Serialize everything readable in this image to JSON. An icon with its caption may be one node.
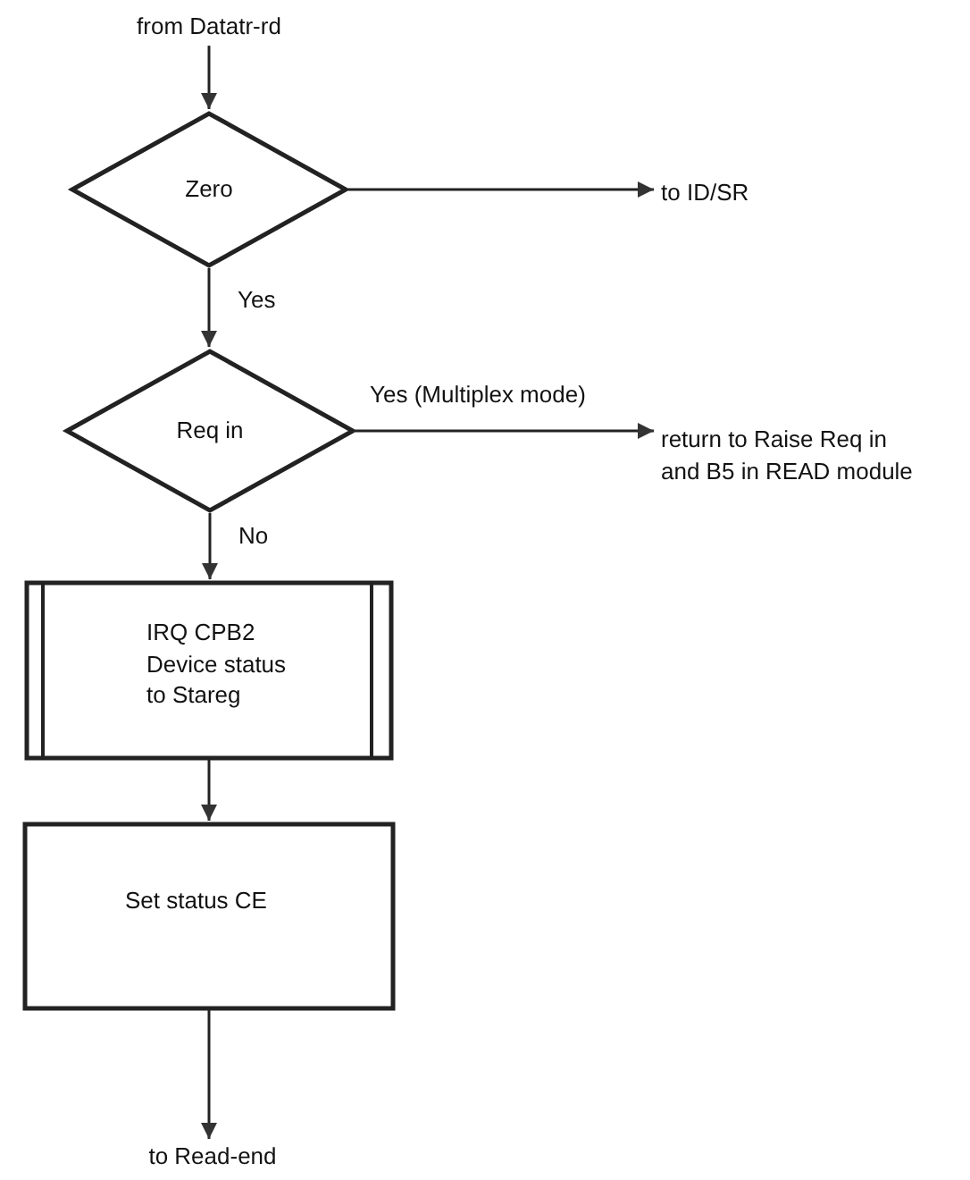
{
  "diagram": {
    "nodes": [
      {
        "text": [
          "from Datatr-rd"
        ]
      },
      {
        "text": [
          "Zero"
        ]
      },
      {
        "text": [
          "to ID/SR"
        ]
      },
      {
        "text": [
          "Req in"
        ]
      },
      {
        "text": [
          "return to Raise Req in and B5 in READ module"
        ]
      },
      {
        "text": [
          "IRQ CPB2 Device status to Stareg"
        ]
      },
      {
        "text": [
          "Set status CE"
        ]
      },
      {
        "text": [
          "to Read-end"
        ]
      }
    ],
    "edges": [
      {
        "from": 0,
        "to": 1,
        "arrow": "to"
      },
      {
        "from": 1,
        "to": 2,
        "arrow": "to"
      },
      {
        "from": 1,
        "to": 3,
        "arrow": "to",
        "label": "Yes"
      },
      {
        "from": 3,
        "to": 4,
        "arrow": "to",
        "label": "Yes (Multiplex mode)"
      },
      {
        "from": 3,
        "to": 5,
        "arrow": "to",
        "label": "No"
      },
      {
        "from": 5,
        "to": 6,
        "arrow": "to"
      },
      {
        "from": 6,
        "to": 7,
        "arrow": "to"
      }
    ]
  }
}
